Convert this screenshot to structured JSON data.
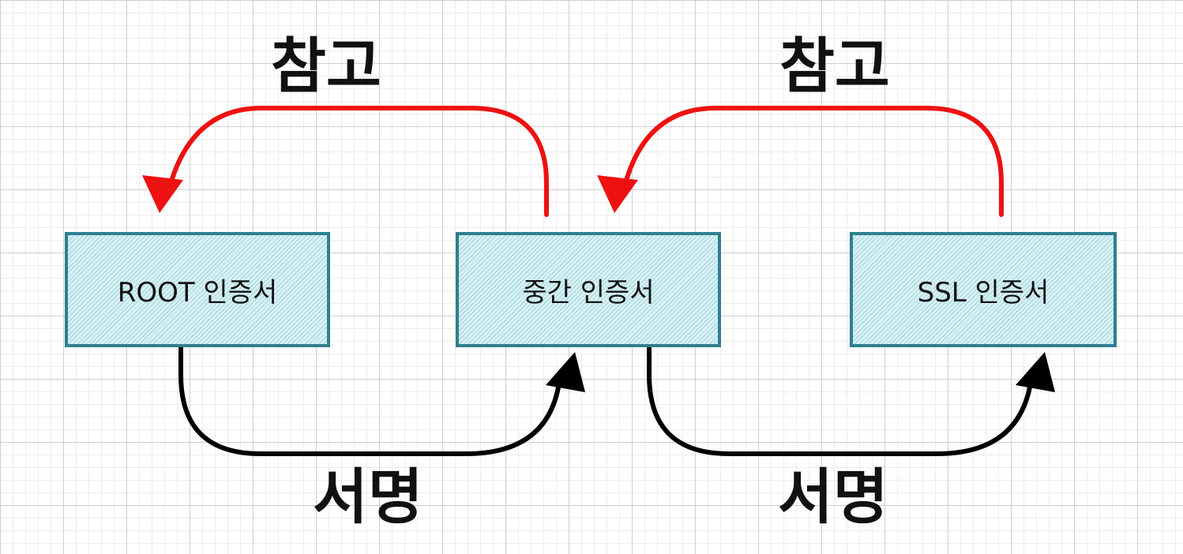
{
  "nodes": {
    "root": {
      "label": "ROOT 인증서"
    },
    "intermediate": {
      "label": "중간 인증서"
    },
    "ssl": {
      "label": "SSL 인증서"
    }
  },
  "edges": {
    "reference_label": "참고",
    "sign_label": "서명",
    "reference_color": "#ee1111",
    "sign_color": "#000000"
  },
  "colors": {
    "box_border": "#2f7f8f",
    "box_fill": "#d8f0f4"
  }
}
